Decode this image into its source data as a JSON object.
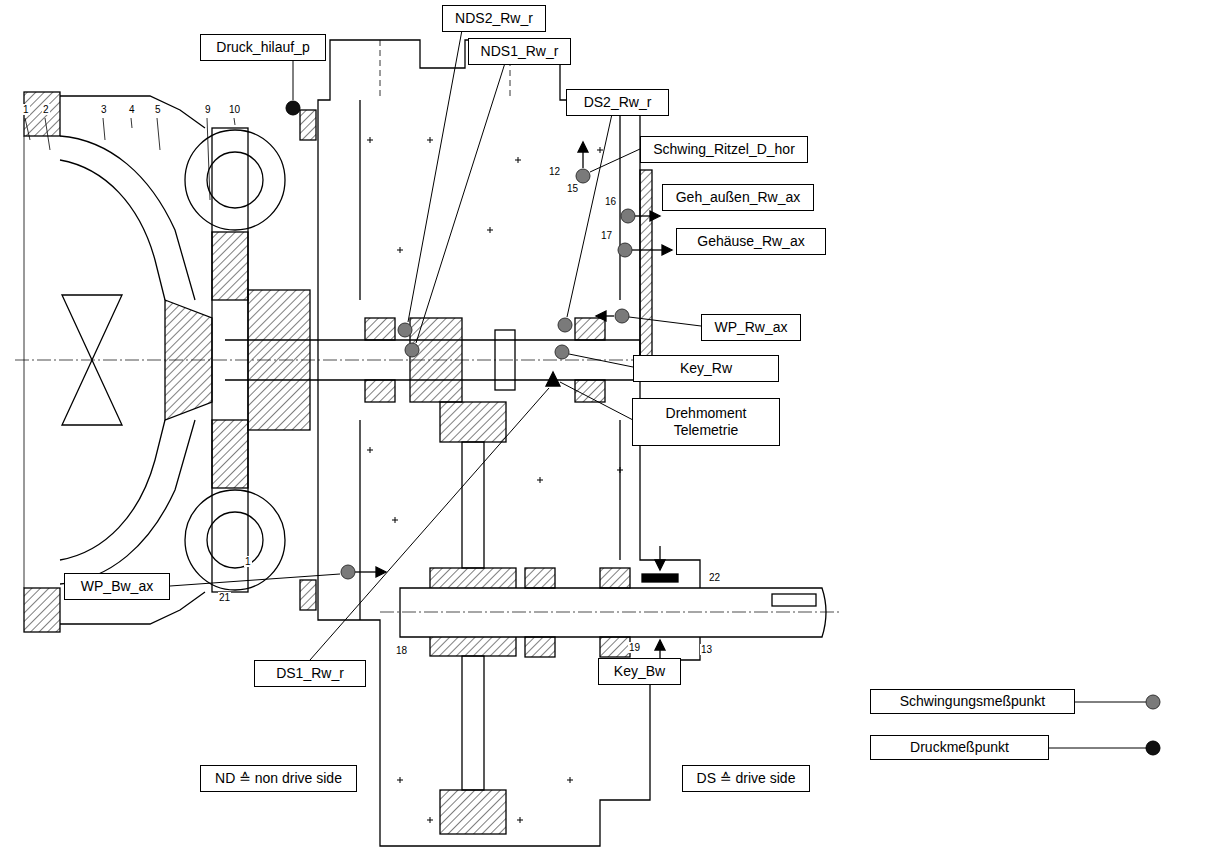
{
  "diagram": {
    "nodes": [
      {
        "text": [
          "NDS2_Rw_r"
        ]
      },
      {
        "text": [
          "Druck_hilauf_p"
        ]
      },
      {
        "text": [
          "NDS1_Rw_r"
        ]
      },
      {
        "text": [
          "DS2_Rw_r"
        ]
      },
      {
        "text": [
          "Schwing_Ritzel_D_hor"
        ]
      },
      {
        "text": [
          "Geh_außen_Rw_ax"
        ]
      },
      {
        "text": [
          "Gehäuse_Rw_ax"
        ]
      },
      {
        "text": [
          "WP_Rw_ax"
        ]
      },
      {
        "text": [
          "Key_Rw"
        ]
      },
      {
        "text": [
          "Drehmoment Telemetrie"
        ]
      },
      {
        "text": [
          "WP_Bw_ax"
        ]
      },
      {
        "text": [
          "DS1_Rw_r"
        ]
      },
      {
        "text": [
          "Key_Bw"
        ]
      },
      {
        "text": [
          "ND ≙ non drive side"
        ]
      },
      {
        "text": [
          "DS ≙ drive side"
        ]
      }
    ],
    "labels": [
      "1",
      "2",
      "3",
      "4",
      "5",
      "9",
      "10",
      "12",
      "15",
      "16",
      "17",
      "21",
      "1",
      "18",
      "22",
      "13",
      "19"
    ],
    "legend": [
      {
        "text": "Schwingungsmeßpunkt"
      },
      {
        "text": "Druckmeßpunkt"
      }
    ]
  }
}
